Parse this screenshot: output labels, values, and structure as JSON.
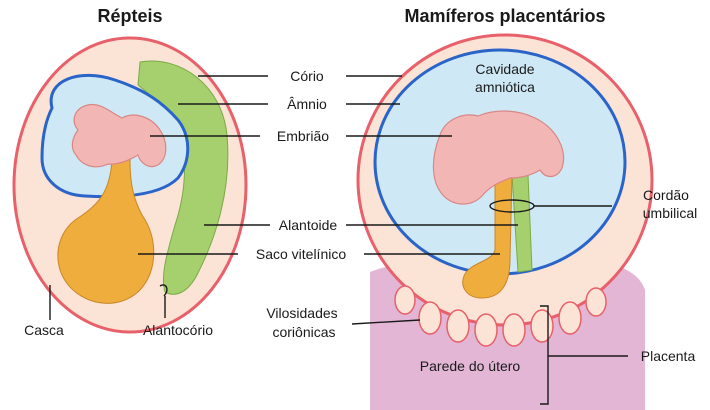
{
  "titles": {
    "reptiles": "Répteis",
    "mammals": "Mamíferos placentários"
  },
  "labels": {
    "corio": "Cório",
    "amnio": "Âmnio",
    "embriao": "Embrião",
    "alantoide": "Alantoide",
    "saco_vitelinico": "Saco vitelínico",
    "casca": "Casca",
    "alantocorio": "Alantocório",
    "cavidade_amniotica_1": "Cavidade",
    "cavidade_amniotica_2": "amniótica",
    "cordao_umbilical_1": "Cordão",
    "cordao_umbilical_2": "umbilical",
    "vilosidades_1": "Vilosidades",
    "vilosidades_2": "coriônicas",
    "placenta": "Placenta",
    "parede_utero": "Parede do útero"
  },
  "colors": {
    "shell_outline": "#e8606a",
    "shell_fill": "#fbe3d6",
    "amnion_fill": "#cfe8f5",
    "amnion_outline": "#2b64c8",
    "embryo": "#f2b7b5",
    "yolk": "#eead3c",
    "allantois": "#a6cf6e",
    "uterus": "#e3b6d6"
  }
}
